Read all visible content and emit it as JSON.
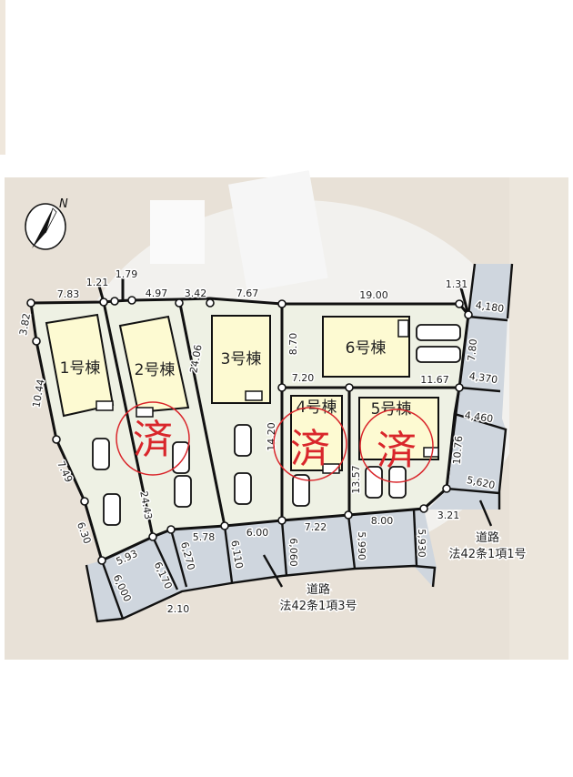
{
  "compass": {
    "north_label": "N"
  },
  "houses": [
    {
      "label": "1号棟",
      "sold": false
    },
    {
      "label": "2号棟",
      "sold": true
    },
    {
      "label": "3号棟",
      "sold": false
    },
    {
      "label": "4号棟",
      "sold": true
    },
    {
      "label": "5号棟",
      "sold": true
    },
    {
      "label": "6号棟",
      "sold": false
    }
  ],
  "sold_mark": "済",
  "dimensions": {
    "d7_83": "7.83",
    "d1_21": "1.21",
    "d1_79": "1.79",
    "d4_97": "4.97",
    "d3_42": "3.42",
    "d7_67": "7.67",
    "d19_00": "19.00",
    "d1_31": "1.31",
    "d4180": "4,180",
    "d8_70": "8.70",
    "d7_20": "7.20",
    "d11_67": "11.67",
    "d7_80": "7.80",
    "d4370": "4,370",
    "d4460": "4,460",
    "d3_82": "3.82",
    "d10_44": "10.44",
    "d24_06": "24.06",
    "d24_43": "24.43",
    "d7_49": "7.49",
    "d6_30": "6.30",
    "d14_20": "14.20",
    "d13_57": "13.57",
    "d10_76": "10.76",
    "d5620": "5,620",
    "d3_21": "3.21",
    "d8_00": "8.00",
    "d7_22": "7.22",
    "d5990": "5,990",
    "d5930": "5,930",
    "d6060": "6,060",
    "d6_00": "6.00",
    "d5_78": "5.78",
    "d6110": "6,110",
    "d6270": "6,270",
    "d6170": "6,170",
    "d5_93": "5.93",
    "d6000": "6,000",
    "d2_10": "2.10"
  },
  "roads": [
    {
      "name": "道路",
      "type": "法42条1項3号"
    },
    {
      "name": "道路",
      "type": "法42条1項1号"
    }
  ],
  "colors": {
    "lot": "#eef1e4",
    "house": "#fdfad2",
    "road": "#cfd6de",
    "stamp": "#d9262b"
  }
}
